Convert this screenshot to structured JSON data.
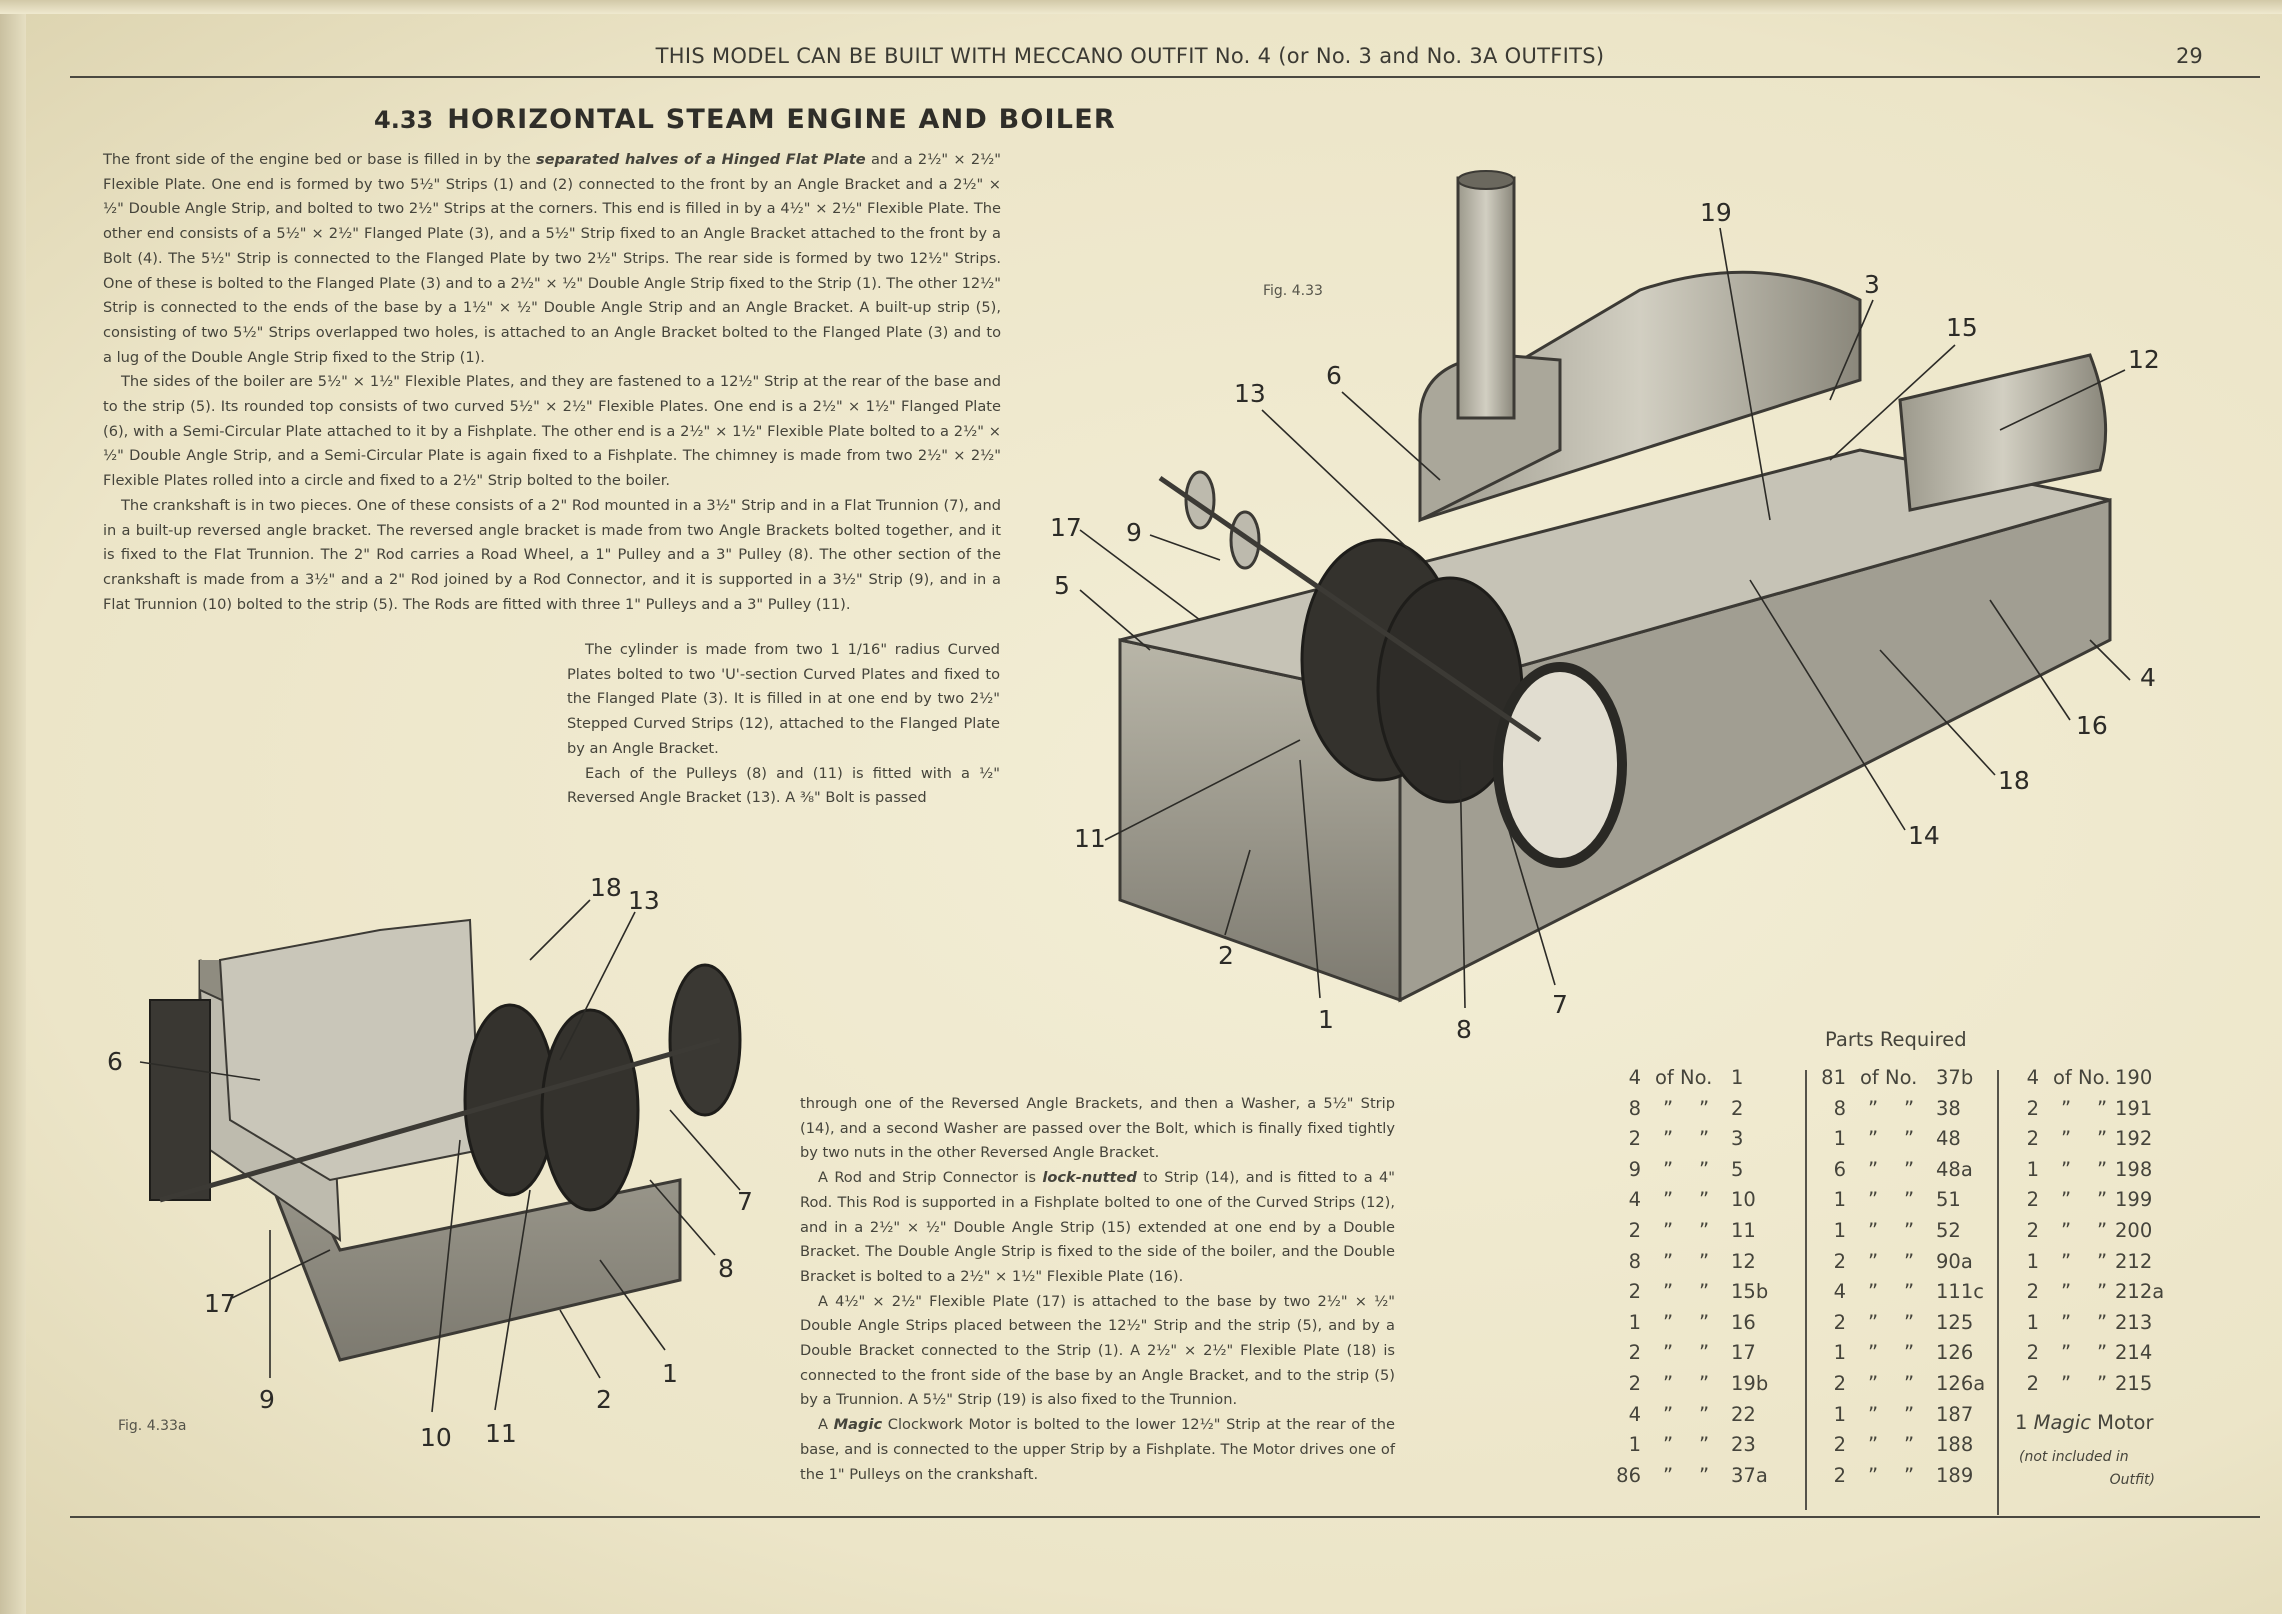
{
  "header": {
    "text": "THIS MODEL CAN BE BUILT WITH MECCANO OUTFIT No. 4 (or No. 3 and No. 3A OUTFITS)",
    "page_number": "29"
  },
  "title": {
    "number": "4.33",
    "text": "HORIZONTAL STEAM ENGINE AND BOILER"
  },
  "left_text": {
    "p1": {
      "before": "The front side of the engine bed or base is filled in by the ",
      "em": "separated halves of a Hinged Flat Plate",
      "after": " and a 2½\" × 2½\" Flexible Plate. One end is formed by two 5½\" Strips (1) and (2) connected to the front by an Angle Bracket and a 2½\" × ½\" Double Angle Strip, and bolted to two 2½\" Strips at the corners. This end is filled in by a 4½\" × 2½\" Flexible Plate. The other end consists of a 5½\" × 2½\" Flanged Plate (3), and a 5½\" Strip fixed to an Angle Bracket attached to the front by a Bolt (4). The 5½\" Strip is connected to the Flanged Plate by two 2½\" Strips. The rear side is formed by two 12½\" Strips. One of these is bolted to the Flanged Plate (3) and to a 2½\" × ½\" Double Angle Strip fixed to the Strip (1). The other 12½\" Strip is connected to the ends of the base by a 1½\" × ½\" Double Angle Strip and an Angle Bracket. A built-up strip (5), consisting of two 5½\" Strips overlapped two holes, is attached to an Angle Bracket bolted to the Flanged Plate (3) and to a lug of the Double Angle Strip fixed to the Strip (1)."
    },
    "p2": "The sides of the boiler are 5½\" × 1½\" Flexible Plates, and they are fastened to a 12½\" Strip at the rear of the base and to the strip (5). Its rounded top consists of two curved 5½\" × 2½\" Flexible Plates. One end is a 2½\" × 1½\" Flanged Plate (6), with a Semi-Circular Plate attached to it by a Fishplate. The other end is a 2½\" × 1½\" Flexible Plate bolted to a 2½\" × ½\" Double Angle Strip, and a Semi-Circular Plate is again fixed to a Fishplate. The chimney is made from two 2½\" × 2½\" Flexible Plates rolled into a circle and fixed to a 2½\" Strip bolted to the boiler.",
    "p3": "The crankshaft is in two pieces. One of these consists of a 2\" Rod mounted in a 3½\" Strip and in a Flat Trunnion (7), and in a built-up reversed angle bracket. The reversed angle bracket is made from two Angle Brackets bolted together, and it is fixed to the Flat Trunnion. The 2\" Rod carries a Road Wheel, a 1\" Pulley and a 3\" Pulley (8). The other section of the crankshaft is made from a 3½\" and a 2\" Rod joined by a Rod Connector, and it is supported in a 3½\" Strip (9), and in a Flat Trunnion (10) bolted to the strip (5). The Rods are fitted with three 1\" Pulleys and a 3\" Pulley (11).",
    "p4": "The cylinder is made from two 1 1/16\" radius Curved Plates bolted to two 'U'-section Curved Plates and fixed to the Flanged Plate (3). It is filled in at one end by two 2½\" Stepped Curved Strips (12), attached to the Flanged Plate by an Angle Bracket.",
    "p5": "Each of the Pulleys (8) and (11) is fitted with a ½\" Reversed Angle Bracket (13). A ⅜\" Bolt is passed"
  },
  "lower_text": {
    "p1": "through one of the Reversed Angle Brackets, and then a Washer, a 5½\" Strip (14), and a second Washer are passed over the Bolt, which is finally fixed tightly by two nuts in the other Reversed Angle Bracket.",
    "p2": {
      "before": "A Rod and Strip Connector is ",
      "em": "lock-nutted",
      "after": " to Strip (14), and is fitted to a 4\" Rod. This Rod is supported in a Fishplate bolted to one of the Curved Strips (12), and in a 2½\" × ½\" Double Angle Strip (15) extended at one end by a Double Bracket. The Double Angle Strip is fixed to the side of the boiler, and the Double Bracket is bolted to a 2½\" × 1½\" Flexible Plate (16)."
    },
    "p3": "A 4½\" × 2½\" Flexible Plate (17) is attached to the base by two 2½\" × ½\" Double Angle Strips placed between the 12½\" Strip and the strip (5), and by a Double Bracket connected to the Strip (1). A 2½\" × 2½\" Flexible Plate (18) is connected to the front side of the base by an Angle Bracket, and to the strip (5) by a Trunnion. A 5½\" Strip (19) is also fixed to the Trunnion.",
    "p4": {
      "before": "A ",
      "em": "Magic",
      "after": " Clockwork Motor is bolted to the lower 12½\" Strip at the rear of the base, and is connected to the upper Strip by a Fishplate. The Motor drives one of the 1\" Pulleys on the crankshaft."
    }
  },
  "figures": {
    "main": {
      "label": "Fig. 4.33",
      "callouts": [
        "19",
        "3",
        "15",
        "12",
        "13",
        "6",
        "17",
        "9",
        "5",
        "4",
        "16",
        "18",
        "14",
        "11",
        "2",
        "1",
        "8",
        "7"
      ]
    },
    "small": {
      "label": "Fig. 4.33a",
      "callouts": [
        "18",
        "13",
        "6",
        "7",
        "8",
        "17",
        "1",
        "9",
        "2",
        "10",
        "11"
      ]
    }
  },
  "parts": {
    "heading": "Parts Required",
    "of_no": "of No.",
    "ditto": "”",
    "columns": [
      [
        [
          "4",
          "1"
        ],
        [
          "8",
          "2"
        ],
        [
          "2",
          "3"
        ],
        [
          "9",
          "5"
        ],
        [
          "4",
          "10"
        ],
        [
          "2",
          "11"
        ],
        [
          "8",
          "12"
        ],
        [
          "2",
          "15b"
        ],
        [
          "1",
          "16"
        ],
        [
          "2",
          "17"
        ],
        [
          "2",
          "19b"
        ],
        [
          "4",
          "22"
        ],
        [
          "1",
          "23"
        ],
        [
          "86",
          "37a"
        ]
      ],
      [
        [
          "81",
          "37b"
        ],
        [
          "8",
          "38"
        ],
        [
          "1",
          "48"
        ],
        [
          "6",
          "48a"
        ],
        [
          "1",
          "51"
        ],
        [
          "1",
          "52"
        ],
        [
          "2",
          "90a"
        ],
        [
          "4",
          "111c"
        ],
        [
          "2",
          "125"
        ],
        [
          "1",
          "126"
        ],
        [
          "2",
          "126a"
        ],
        [
          "1",
          "187"
        ],
        [
          "2",
          "188"
        ],
        [
          "2",
          "189"
        ]
      ],
      [
        [
          "4",
          "190"
        ],
        [
          "2",
          "191"
        ],
        [
          "2",
          "192"
        ],
        [
          "1",
          "198"
        ],
        [
          "2",
          "199"
        ],
        [
          "2",
          "200"
        ],
        [
          "1",
          "212"
        ],
        [
          "2",
          "212a"
        ],
        [
          "1",
          "213"
        ],
        [
          "2",
          "214"
        ],
        [
          "2",
          "215"
        ]
      ]
    ],
    "motor": {
      "qty": "1",
      "em": "Magic",
      "name": "Motor"
    },
    "note_line1": "(not included in",
    "note_line2": "Outfit)"
  }
}
